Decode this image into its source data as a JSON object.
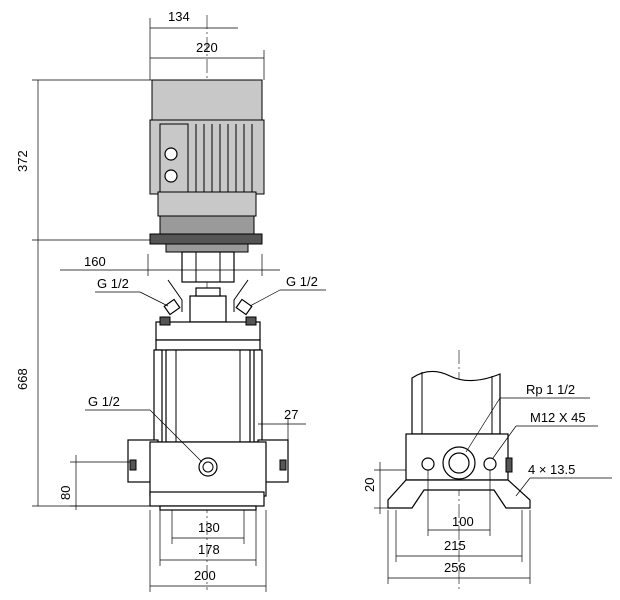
{
  "front_view": {
    "dim_top_offset": "134",
    "dim_motor_width": "220",
    "dim_motor_height": "372",
    "dim_pump_height": "668",
    "dim_flange_width": "160",
    "label_vent_left": "G 1/2",
    "label_vent_right": "G 1/2",
    "label_drain": "G 1/2",
    "dim_side_offset": "27",
    "dim_inlet_height": "80",
    "dim_base_130": "130",
    "dim_base_178": "178",
    "dim_base_200": "200"
  },
  "side_view": {
    "label_port": "Rp 1 1/2",
    "label_bolt": "M12 X 45",
    "label_holes": "4  ×  13.5",
    "dim_foot_height": "20",
    "dim_hole_spacing": "100",
    "dim_base_215": "215",
    "dim_base_256": "256"
  }
}
